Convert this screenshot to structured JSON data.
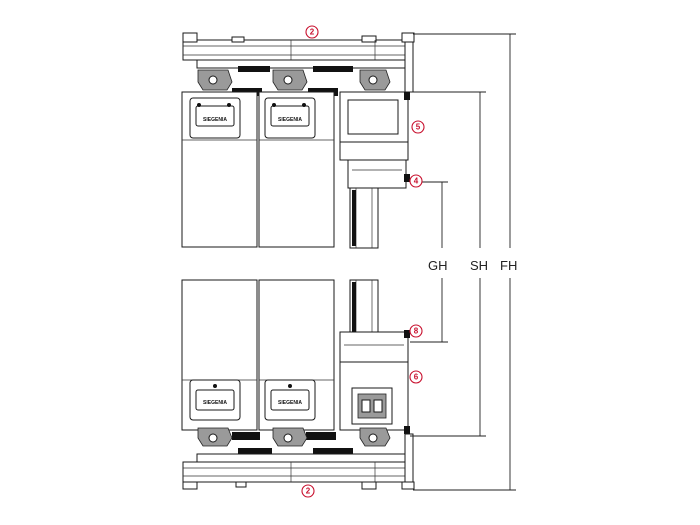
{
  "markers": {
    "top": "2",
    "right_upper": "5",
    "right_mid_upper": "4",
    "right_mid_lower": "8",
    "right_lower": "6",
    "bottom": "2"
  },
  "dimensions": {
    "gh": "GH",
    "sh": "SH",
    "fh": "FH"
  },
  "colors": {
    "line": "#1a1a1a",
    "marker": "#c8102e",
    "gasket": "#111111"
  }
}
